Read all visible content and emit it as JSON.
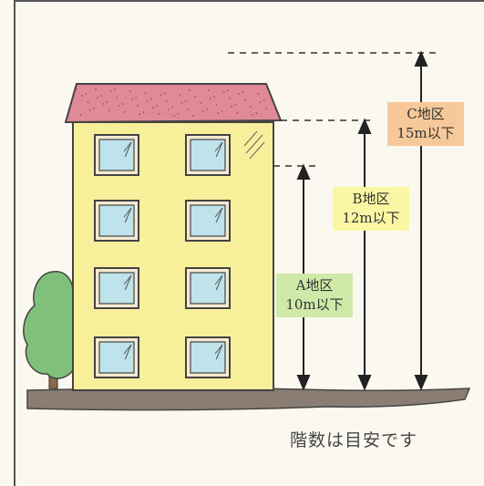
{
  "zones": [
    {
      "name": "A地区",
      "limit": "10m以下",
      "color": "#cfe9a8"
    },
    {
      "name": "B地区",
      "limit": "12m以下",
      "color": "#fbf6a4"
    },
    {
      "name": "C地区",
      "limit": "15m以下",
      "color": "#f7c99a"
    }
  ],
  "caption": "階数は目安です",
  "colors": {
    "roof": "#e08a98",
    "wall": "#f7ef9a",
    "window": "#bfe3ea",
    "tree": "#7fc17a",
    "ground": "#8a7e74"
  }
}
